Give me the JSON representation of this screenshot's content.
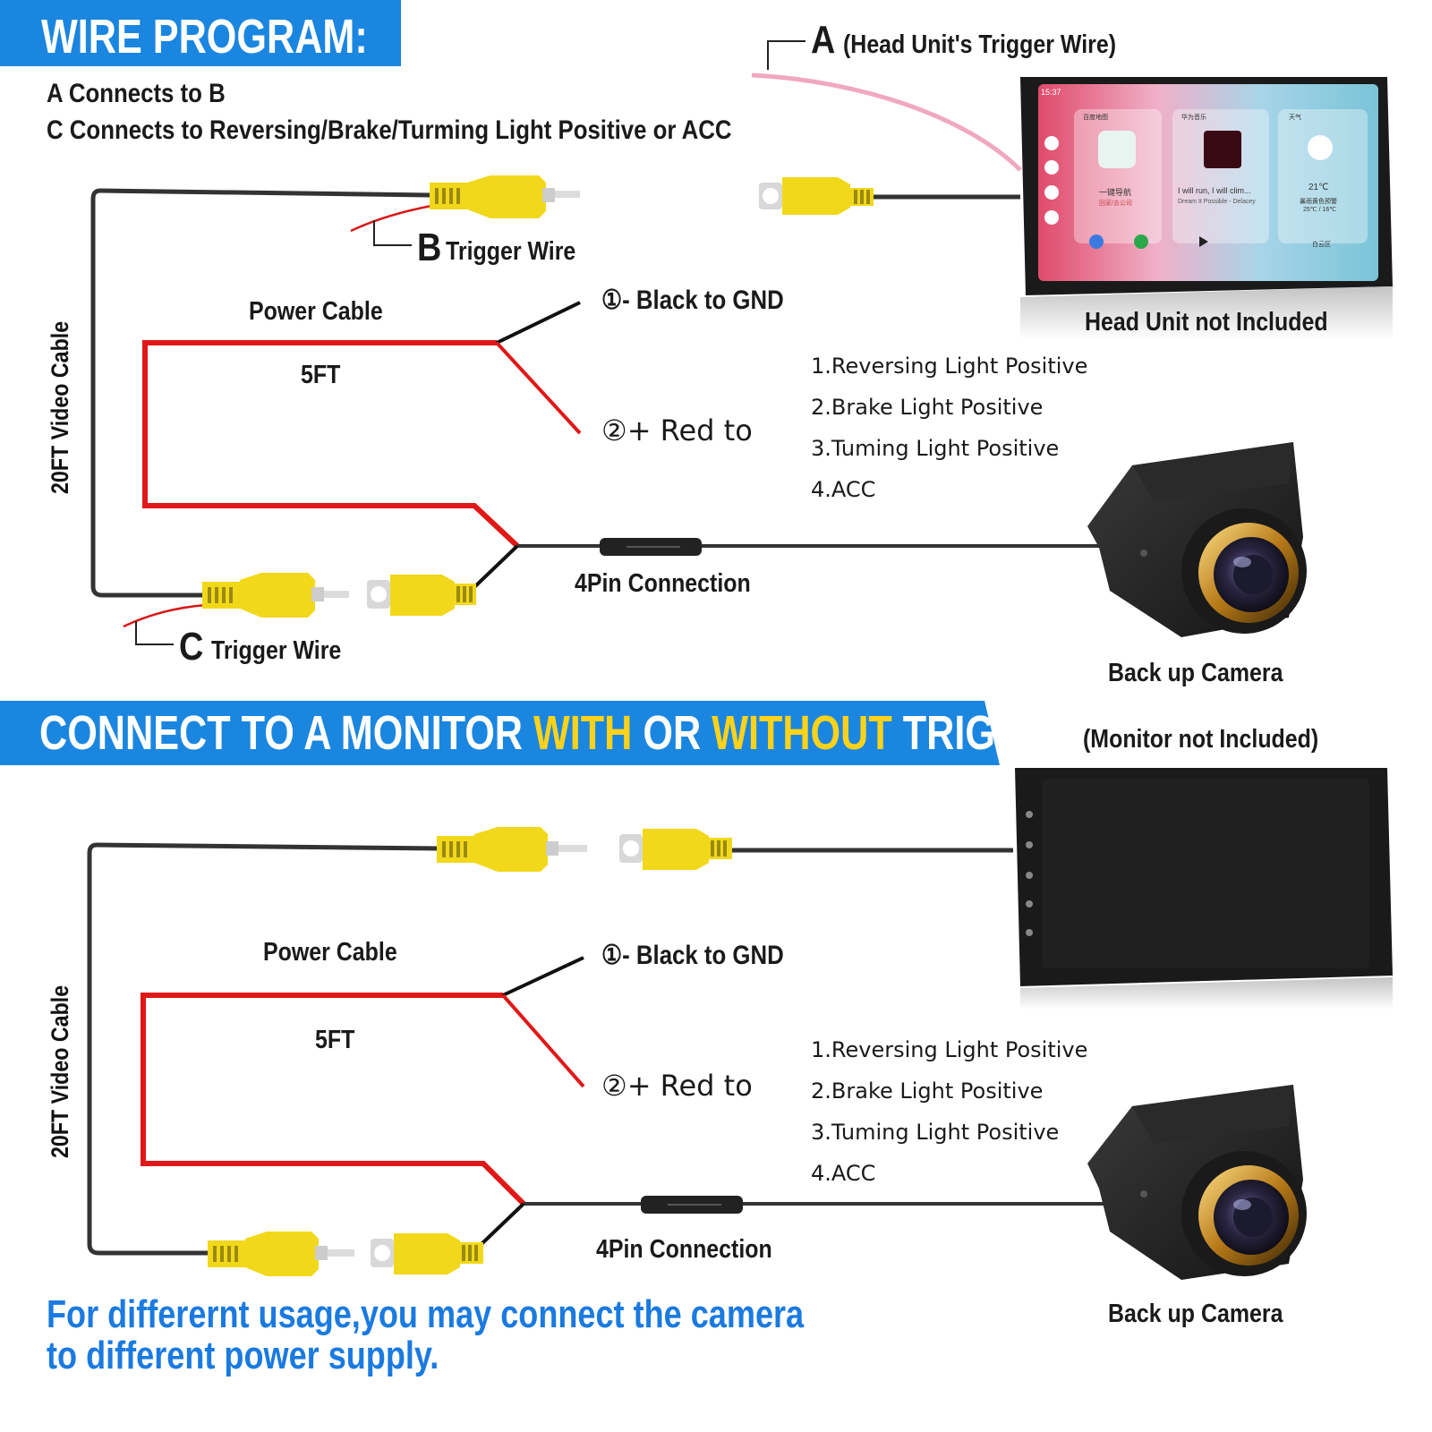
{
  "header": {
    "title": "WIRE PROGRAM:",
    "line1": "A Connects to B",
    "line2": "C Connects to Reversing/Brake/Turming Light Positive or ACC"
  },
  "top": {
    "a_letter": "A",
    "a_label": "(Head Unit's Trigger Wire)",
    "b_letter": "B",
    "b_label": "Trigger Wire",
    "c_letter": "C",
    "c_label": "Trigger Wire",
    "power_cable": "Power Cable",
    "five_ft": "5FT",
    "video_cable": "20FT Video Cable",
    "black_gnd": "①- Black to GND",
    "red_to": "②+ Red to",
    "options": [
      "1.Reversing Light Positive",
      "2.Brake Light Positive",
      "3.Tuming Light Positive",
      "4.ACC"
    ],
    "four_pin": "4Pin Connection",
    "head_unit_note": "Head Unit not Included",
    "camera_label": "Back up Camera",
    "screen": {
      "time": "15:37",
      "card1_title": "百度地图",
      "card1_text": "一键导航",
      "card1_sub": "回家/去公司",
      "card2_title": "华为音乐",
      "card2_text": "I will run, I will clim...",
      "card2_sub": "Dream It Possible - Delacey",
      "card3_title": "天气",
      "card3_temp": "21℃",
      "card3_text": "暴雨黄色预警",
      "card3_sub": "25℃ / 16℃",
      "card3_loc": "白云区"
    }
  },
  "banner2": {
    "part1": "CONNECT TO A MONITOR ",
    "part2": "WITH",
    "part3": " OR ",
    "part4": "WITHOUT",
    "part5": " TRIGGER WIRE"
  },
  "bottom": {
    "monitor_note": "(Monitor not Included)",
    "power_cable": "Power Cable",
    "five_ft": "5FT",
    "video_cable": "20FT Video Cable",
    "black_gnd": "①- Black to GND",
    "red_to": "②+ Red to",
    "options": [
      "1.Reversing Light Positive",
      "2.Brake Light Positive",
      "3.Tuming Light Positive",
      "4.ACC"
    ],
    "four_pin": "4Pin Connection",
    "camera_label": "Back up Camera",
    "note_line1": "For differernt usage,you may connect the camera",
    "note_line2": "to different power supply."
  },
  "colors": {
    "banner_blue": "#1a86e0",
    "highlight_yellow": "#ffd21a",
    "wire_red": "#e01818",
    "rca_yellow": "#f2d81a",
    "trigger_pink": "#f0a8c0"
  }
}
